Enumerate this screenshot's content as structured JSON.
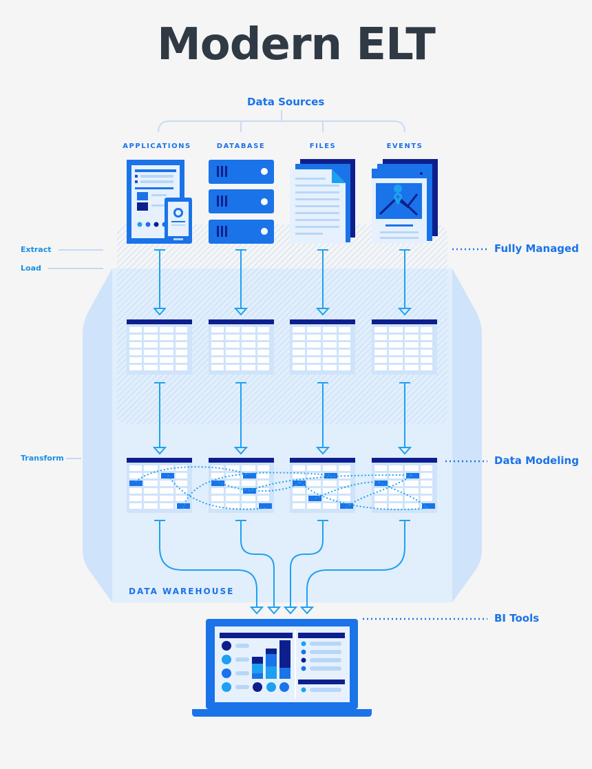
{
  "title": "Modern ELT",
  "sources": {
    "heading": "Data Sources",
    "categories": [
      "APPLICATIONS",
      "DATABASE",
      "FILES",
      "EVENTS"
    ]
  },
  "stages": {
    "extract": "Extract",
    "load": "Load",
    "transform": "Transform"
  },
  "callouts": {
    "fully_managed": "Fully Managed",
    "data_modeling": "Data Modeling",
    "bi_tools": "BI Tools"
  },
  "warehouse_label": "DATA WAREHOUSE",
  "colors": {
    "brand_blue": "#1a73e8",
    "dark_navy": "#0d1f8c",
    "light_blue": "#cfe3fa",
    "accent_cyan": "#1ea0f0",
    "title_gray": "#2f3a45"
  },
  "icons": [
    "applications-icon",
    "database-icon",
    "files-icon",
    "events-icon",
    "laptop-dashboard-icon"
  ]
}
